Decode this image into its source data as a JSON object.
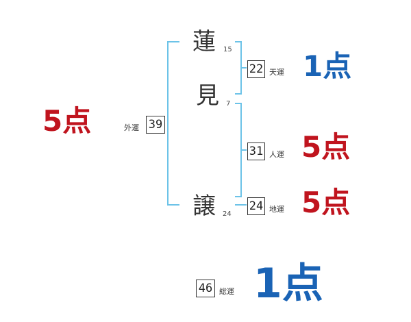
{
  "name": {
    "chars": [
      {
        "char": "蓮",
        "strokes": "15"
      },
      {
        "char": "見",
        "strokes": "7"
      },
      {
        "char": "譲",
        "strokes": "24"
      }
    ]
  },
  "luck": {
    "tenkaku": {
      "value": "22",
      "label": "天運",
      "score": "1点"
    },
    "jinkaku": {
      "value": "31",
      "label": "人運",
      "score": "5点"
    },
    "chikaku": {
      "value": "24",
      "label": "地運",
      "score": "5点"
    },
    "gaikaku": {
      "value": "39",
      "label": "外運",
      "score": "5点"
    },
    "soukaku": {
      "value": "46",
      "label": "総運",
      "score": "1点"
    }
  },
  "colors": {
    "bracket": "#6cc3e8",
    "good": "#c0141e",
    "neutral": "#1a63b5"
  }
}
